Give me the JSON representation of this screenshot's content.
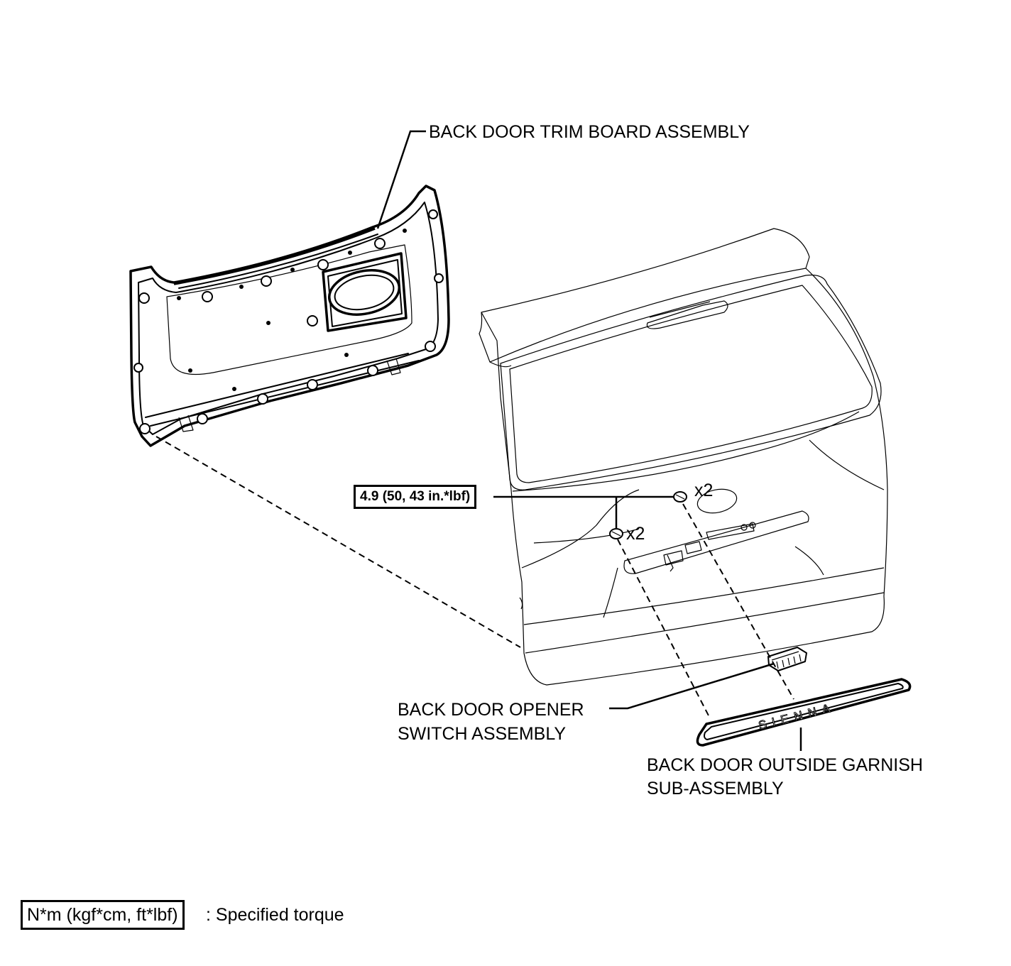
{
  "labels": {
    "trim_board": "BACK DOOR TRIM BOARD ASSEMBLY",
    "opener_switch_line1": "BACK DOOR OPENER",
    "opener_switch_line2": "SWITCH ASSEMBLY",
    "garnish_line1": "BACK DOOR OUTSIDE GARNISH",
    "garnish_line2": "SUB-ASSEMBLY"
  },
  "torque": {
    "value": "4.9 (50, 43 in.*lbf)",
    "qty_upper": "x2",
    "qty_lower": "x2"
  },
  "garnish_emblem": "SIENNA",
  "legend": {
    "unit_box": "N*m (kgf*cm, ft*lbf)",
    "description": ": Specified torque"
  }
}
